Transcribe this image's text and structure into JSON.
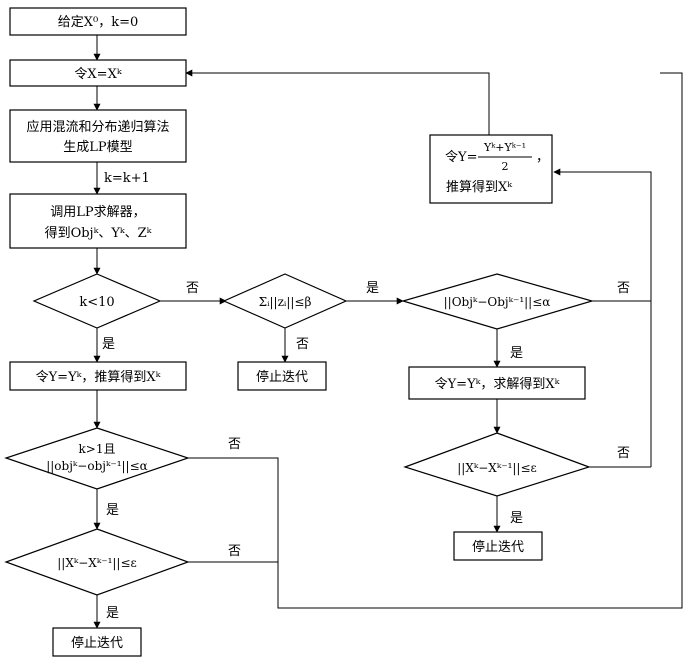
{
  "nodes": {
    "init": {
      "label": "给定X⁰，k=0"
    },
    "set_x": {
      "label": "令X=Xᵏ"
    },
    "build_lp": {
      "line1": "应用混流和分布递归算法",
      "line2": "生成LP模型"
    },
    "increment": {
      "label": "k=k+1"
    },
    "solve_lp": {
      "line1": "调用LP求解器，",
      "line2": "得到Objᵏ、Yᵏ、Zᵏ"
    },
    "cond_k10": {
      "label": "k<10"
    },
    "cond_sum": {
      "label": "Σᵢ||zᵢ||≤β"
    },
    "cond_obj_right": {
      "label": "||Objᵏ−Objᵏ⁻¹||≤α"
    },
    "avg_update": {
      "prefix": "令Y=",
      "numerator": "Yᵏ+Yᵏ⁻¹",
      "denominator": "2",
      "suffix": "，",
      "line2": "推算得到Xᵏ"
    },
    "set_y_left": {
      "label": "令Y=Yᵏ，推算得到Xᵏ"
    },
    "stop_mid": {
      "label": "停止迭代"
    },
    "set_y_right": {
      "label": "令Y=Yᵏ，求解得到Xᵏ"
    },
    "cond_obj_left": {
      "line1": "k>1且",
      "line2": "||objᵏ−objᵏ⁻¹||≤α"
    },
    "cond_x_right": {
      "label": "||Xᵏ−Xᵏ⁻¹||≤ε"
    },
    "stop_right": {
      "label": "停止迭代"
    },
    "cond_x_left": {
      "label": "||Xᵏ−Xᵏ⁻¹||≤ε"
    },
    "stop_left": {
      "label": "停止迭代"
    }
  },
  "edge_labels": {
    "no_k10": "否",
    "yes_k10": "是",
    "yes_sum": "是",
    "no_sum": "否",
    "no_obj_right": "否",
    "yes_obj_right": "是",
    "no_obj_left": "否",
    "no_x_right": "否",
    "yes_x_right": "是",
    "yes_obj_left": "是",
    "no_x_left": "否",
    "yes_x_left": "是"
  }
}
